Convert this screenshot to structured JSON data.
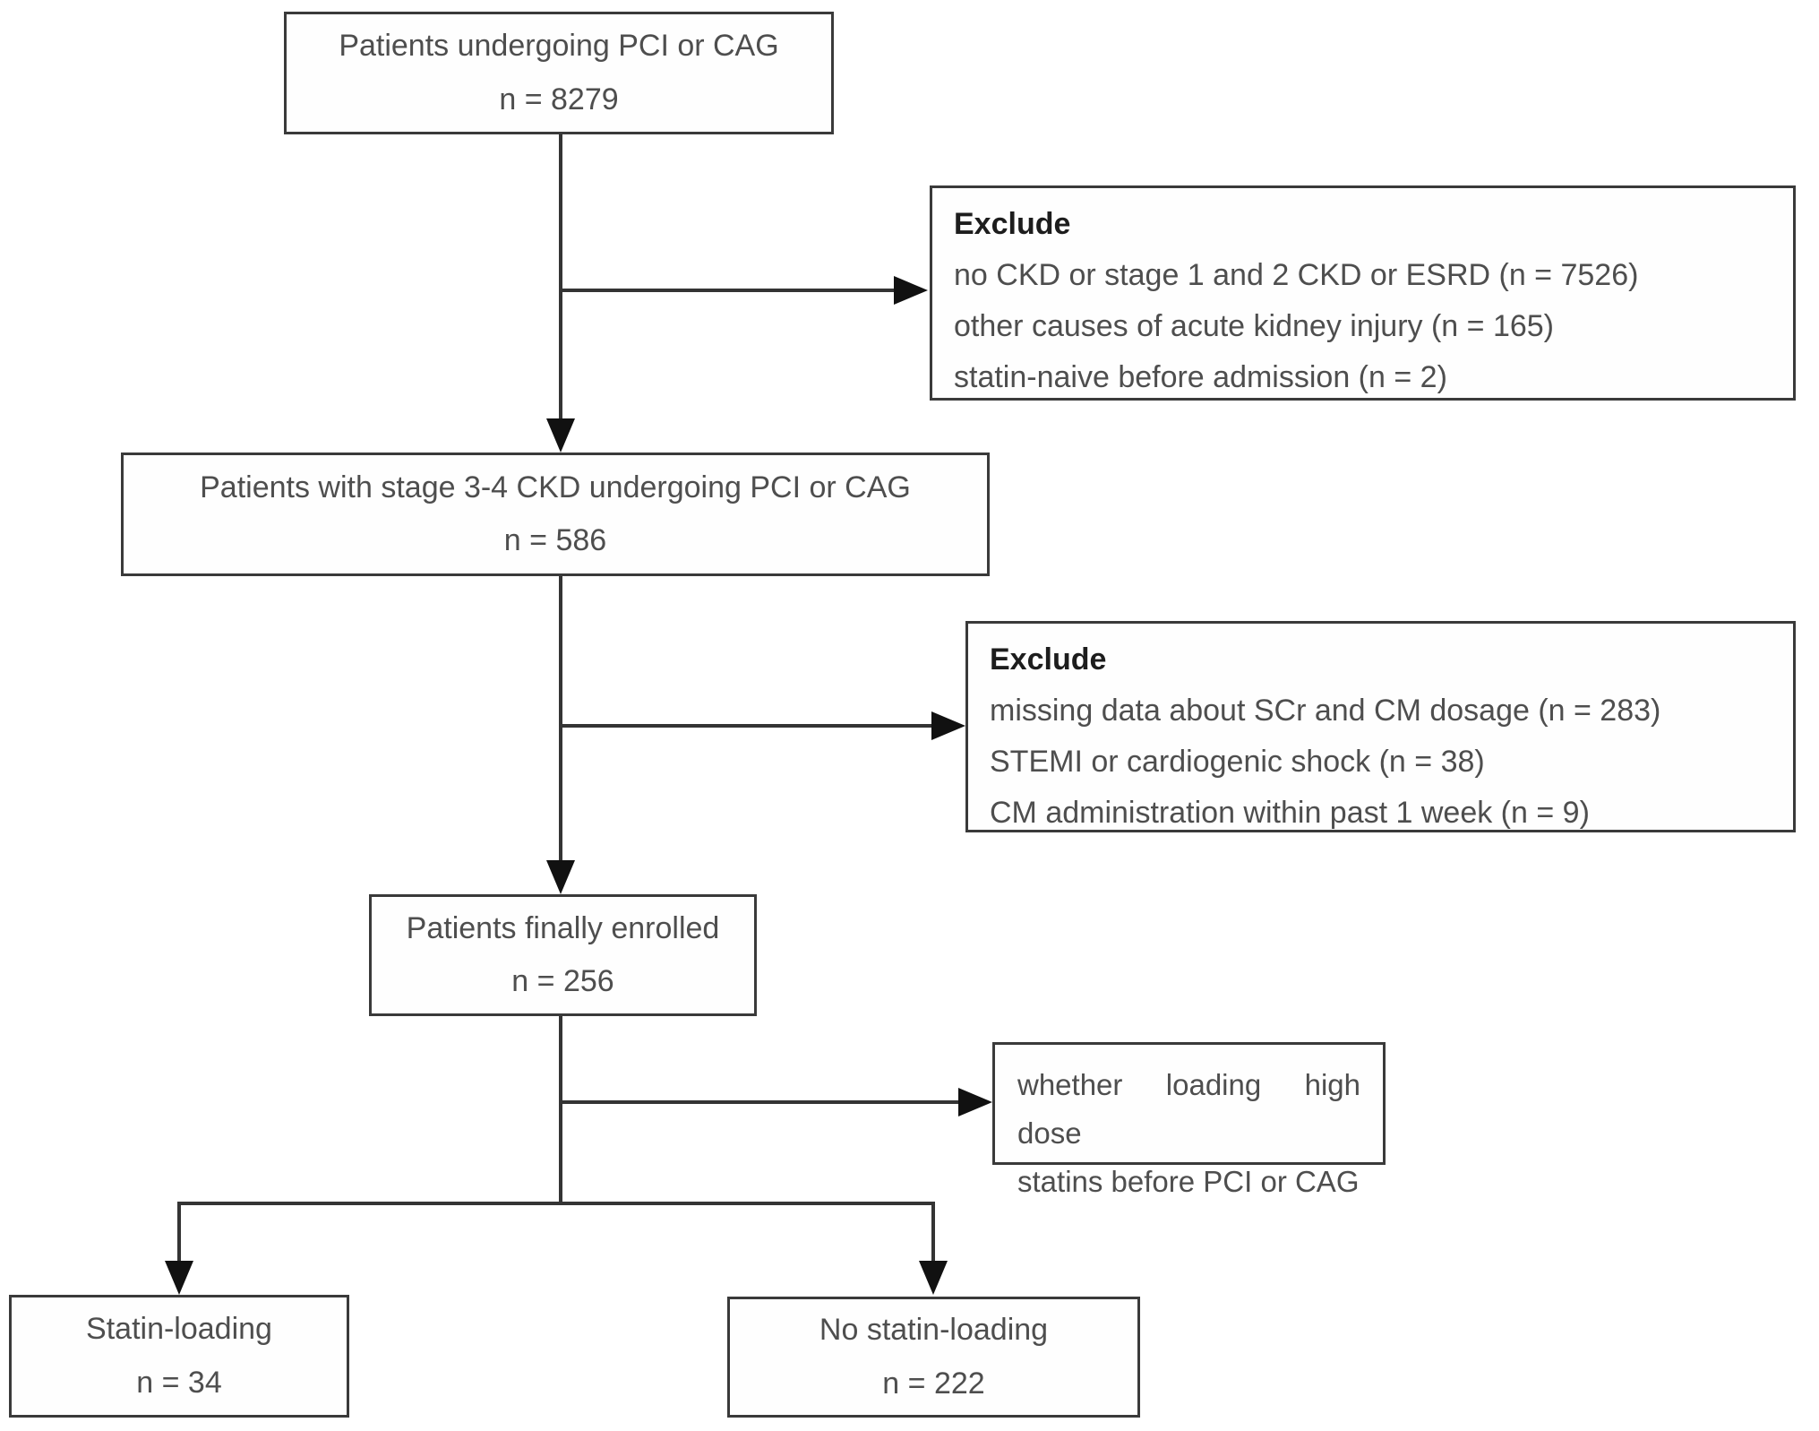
{
  "figure": {
    "type": "patient-enrollment-flowchart",
    "colors": {
      "background": "#ffffff",
      "box_border": "#3a3a3a",
      "line": "#343434",
      "arrow_fill": "#111111",
      "text": "#4e4e4e",
      "exclude_title_text": "#1d1d1d"
    },
    "nodes": {
      "top": {
        "label": "Patients undergoing PCI or CAG",
        "count": "n = 8279"
      },
      "exclude1": {
        "title": "Exclude",
        "items": [
          "no CKD or stage 1 and 2 CKD or ESRD (n = 7526)",
          "other causes of acute kidney injury (n = 165)",
          "statin-naive before admission (n = 2)"
        ]
      },
      "ckd": {
        "label": "Patients with stage 3-4 CKD undergoing PCI or CAG",
        "count": "n = 586"
      },
      "exclude2": {
        "title": "Exclude",
        "items": [
          "missing data about SCr and CM dosage (n = 283)",
          "STEMI or cardiogenic shock (n = 38)",
          "CM administration within past 1 week (n = 9)"
        ]
      },
      "enrolled": {
        "label": "Patients finally enrolled",
        "count": "n = 256"
      },
      "decision": {
        "line1": "whether loading high dose",
        "line2": "statins before PCI or CAG"
      },
      "statin_loading": {
        "label": "Statin-loading",
        "count": "n = 34"
      },
      "no_statin_loading": {
        "label": "No statin-loading",
        "count": "n = 222"
      }
    }
  }
}
